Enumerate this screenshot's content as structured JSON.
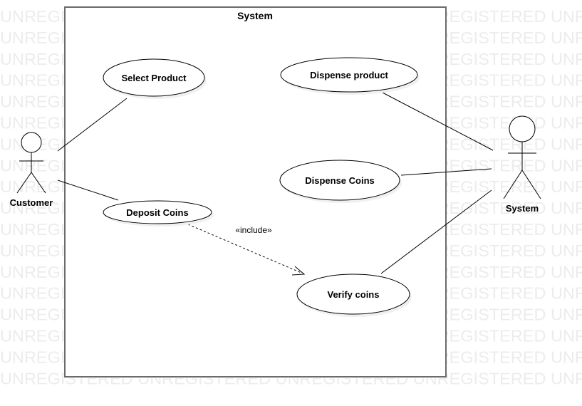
{
  "watermark": {
    "text": "UNREGISTERED UNREGISTERED UNREGISTERED UNREGISTERED UNREGISTERED"
  },
  "boundary": {
    "title": "System"
  },
  "actors": {
    "customer": {
      "label": "Customer"
    },
    "system": {
      "label": "System"
    }
  },
  "use_cases": {
    "select_product": {
      "label": "Select Product"
    },
    "deposit_coins": {
      "label": "Deposit Coins"
    },
    "dispense_product": {
      "label": "Dispense product"
    },
    "dispense_coins": {
      "label": "Dispense Coins"
    },
    "verify_coins": {
      "label": "Verify coins"
    }
  },
  "relationships": {
    "include_label": "«include»"
  }
}
